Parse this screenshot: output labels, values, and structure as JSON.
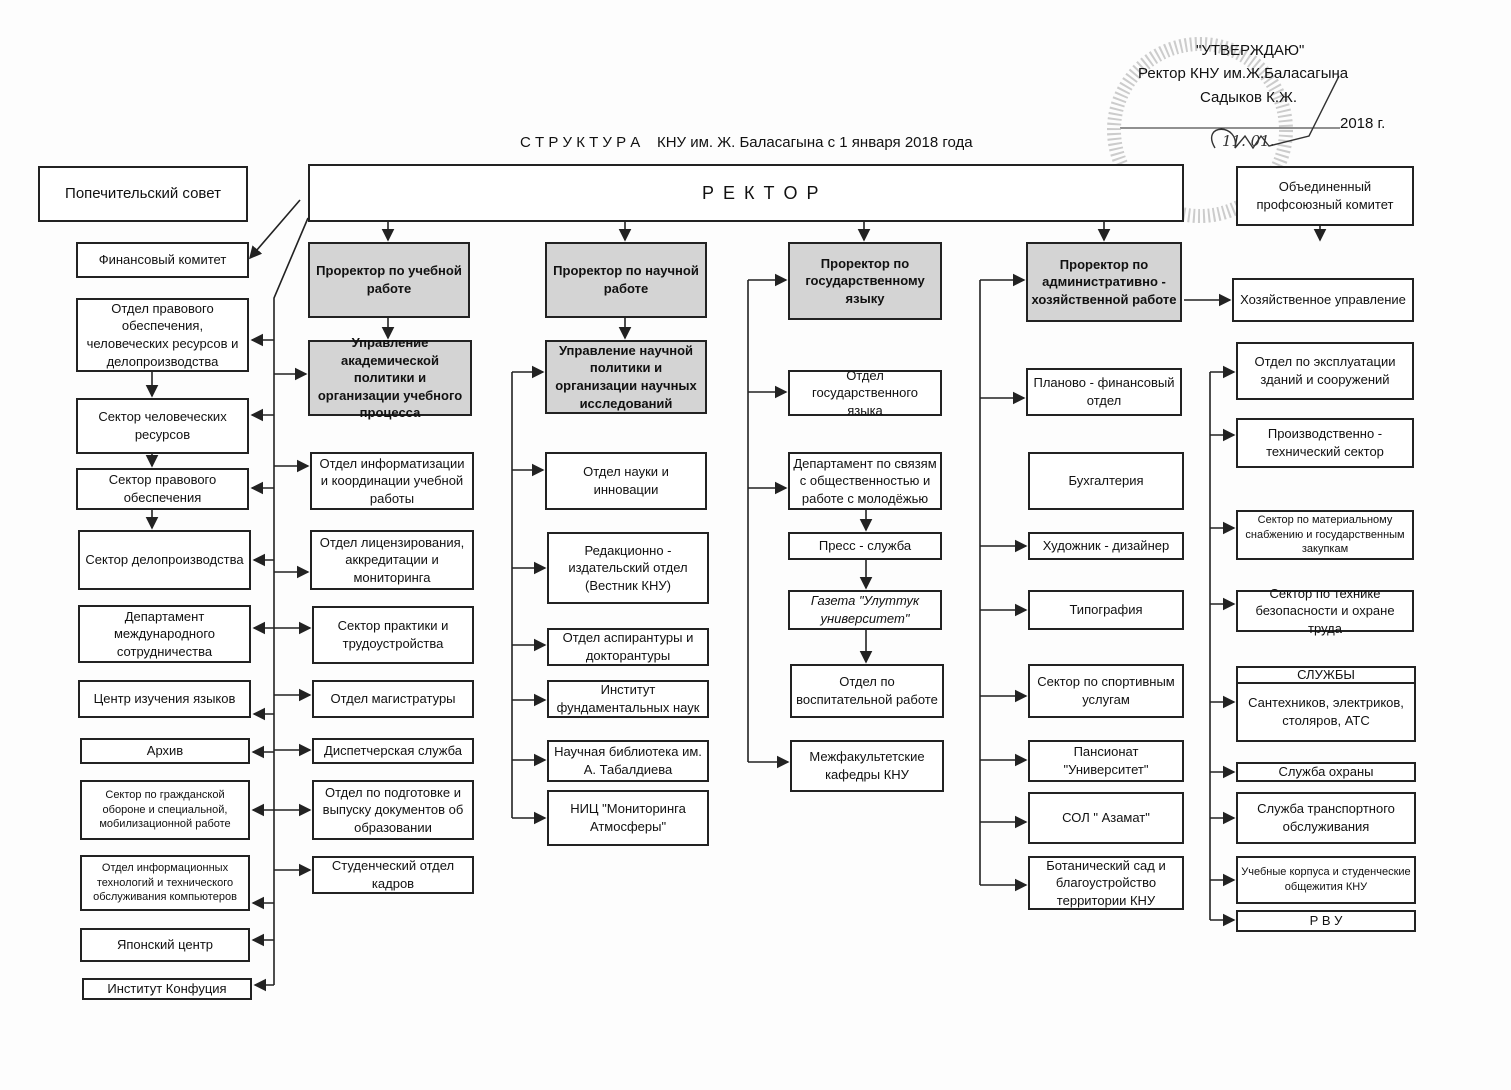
{
  "approval": {
    "line1": "\"УТВЕРЖДАЮ\"",
    "line2": "Ректор КНУ им.Ж.Баласагына",
    "line3": "Садыков К.Ж.",
    "year": "2018 г.",
    "date_handwritten": "11. 01."
  },
  "title": "С Т Р У К Т У Р А    КНУ им. Ж. Баласагына с 1 января 2018 года",
  "top": {
    "trustees": "Попечительский совет",
    "rector": "Р Е К Т О Р",
    "union": "Объединенный профсоюзный комитет"
  },
  "left": [
    "Финансовый комитет",
    "Отдел правового обеспечения, человеческих ресурсов и делопроизводства",
    "Сектор человеческих ресурсов",
    "Сектор правового обеспечения",
    "Сектор делопроизводства",
    "Департамент международного сотрудничества",
    "Центр изучения языков",
    "Архив",
    "Сектор по гражданской обороне и специальной, мобилизационной работе",
    "Отдел информационных технологий и технического обслуживания компьютеров",
    "Японский центр",
    "Институт Конфуция"
  ],
  "academic": [
    "Проректор по учебной работе",
    "Управление академической политики и организации учебного процесса",
    "Отдел информатизации и координации учебной работы",
    "Отдел лицензирования, аккредитации и мониторинга",
    "Сектор практики и трудоустройства",
    "Отдел магистратуры",
    "Диспетчерская служба",
    "Отдел по подготовке и выпуску документов об образовании",
    "Студенческий отдел кадров"
  ],
  "science": [
    "Проректор по научной работе",
    "Управление научной политики и организации научных исследований",
    "Отдел науки и инновации",
    "Редакционно - издательский отдел (Вестник КНУ)",
    "Отдел аспирантуры и докторантуры",
    "Институт фундаментальных наук",
    "Научная библиотека им. А. Табалдиева",
    "НИЦ \"Мониторинга Атмосферы\""
  ],
  "language": [
    "Проректор по государственному языку",
    "Отдел государственного языка",
    "Департамент по связям с общественностью и работе с молодёжью",
    "Пресс - служба",
    "Газета \"Улуттук университет\"",
    "Отдел по воспитательной работе",
    "Межфакультетские кафедры КНУ"
  ],
  "admin": [
    "Проректор по административно - хозяйственной работе",
    "Планово - финансовый отдел",
    "Бухгалтерия",
    "Художник - дизайнер",
    "Типография",
    "Сектор по спортивным услугам",
    "Пансионат \"Университет\"",
    "СОЛ \" Азамат\"",
    "Ботанический сад и благоустройство территории КНУ"
  ],
  "economic": [
    "Хозяйственное управление",
    "Отдел по эксплуатации зданий и сооружений",
    "Производственно - технический сектор",
    "Сектор по материальному снабжению и государственным закупкам",
    "Сектор по технике безопасности и охране труда",
    "СЛУЖБЫ",
    "Сантехников, электриков, столяров, АТС",
    "Служба охраны",
    "Служба транспортного обслуживания",
    "Учебные корпуса и студенческие общежития КНУ",
    "Р В У"
  ]
}
